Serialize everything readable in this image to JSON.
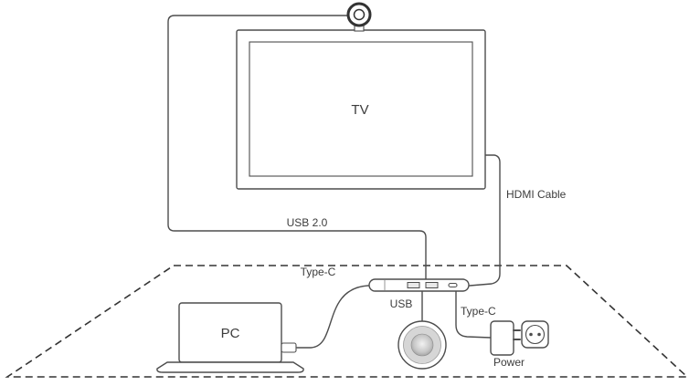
{
  "diagram": {
    "labels": {
      "tv": "TV",
      "pc": "PC",
      "usb_cable": "USB 2.0",
      "hdmi_cable": "HDMI Cable",
      "type_c_left": "Type-C",
      "usb_port": "USB",
      "type_c_right": "Type-C",
      "power": "Power"
    },
    "colors": {
      "line": "#4d4d4d",
      "table_line": "#333333",
      "text": "#3c3c3c",
      "device_fill": "#ffffff",
      "port_fill": "#e9e9e9",
      "speaker_ring": "#d6d6d6"
    }
  }
}
